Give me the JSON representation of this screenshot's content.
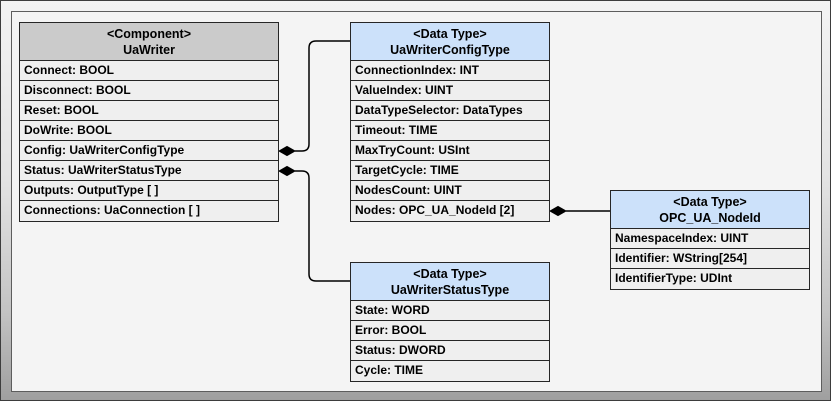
{
  "diagram": {
    "boxes": [
      {
        "stereotype": "<Component>",
        "name": "UaWriter",
        "header_color": "#cbcbcb",
        "rows": [
          "Connect: BOOL",
          "Disconnect: BOOL",
          "Reset: BOOL",
          "DoWrite: BOOL",
          "Config: UaWriterConfigType",
          "Status: UaWriterStatusType",
          "Outputs: OutputType [ ]",
          "Connections: UaConnection [ ]"
        ]
      },
      {
        "stereotype": "<Data Type>",
        "name": "UaWriterConfigType",
        "header_color": "#cce1fa",
        "rows": [
          "ConnectionIndex: INT",
          "ValueIndex: UINT",
          "DataTypeSelector: DataTypes",
          "Timeout: TIME",
          "MaxTryCount: USInt",
          "TargetCycle: TIME",
          "NodesCount: UINT",
          "Nodes: OPC_UA_NodeId [2]"
        ]
      },
      {
        "stereotype": "<Data Type>",
        "name": "UaWriterStatusType",
        "header_color": "#cce1fa",
        "rows": [
          "State: WORD",
          "Error: BOOL",
          "Status: DWORD",
          "Cycle: TIME"
        ]
      },
      {
        "stereotype": "<Data Type>",
        "name": "OPC_UA_NodeId",
        "header_color": "#cce1fa",
        "rows": [
          "NamespaceIndex: UINT",
          "Identifier: WString[254]",
          "IdentifierType: UDInt"
        ]
      }
    ],
    "connections": [
      {
        "from": "UaWriter.Config",
        "to": "UaWriterConfigType",
        "type": "composition"
      },
      {
        "from": "UaWriter.Status",
        "to": "UaWriterStatusType",
        "type": "composition"
      },
      {
        "from": "UaWriterConfigType.Nodes",
        "to": "OPC_UA_NodeId",
        "type": "composition"
      }
    ],
    "colors": {
      "component_header": "#cbcbcb",
      "datatype_header": "#cce1fa",
      "row_background": "#efefef",
      "box_border": "#262626",
      "connector": "#000000",
      "canvas_background": "#f4f4f4"
    }
  }
}
